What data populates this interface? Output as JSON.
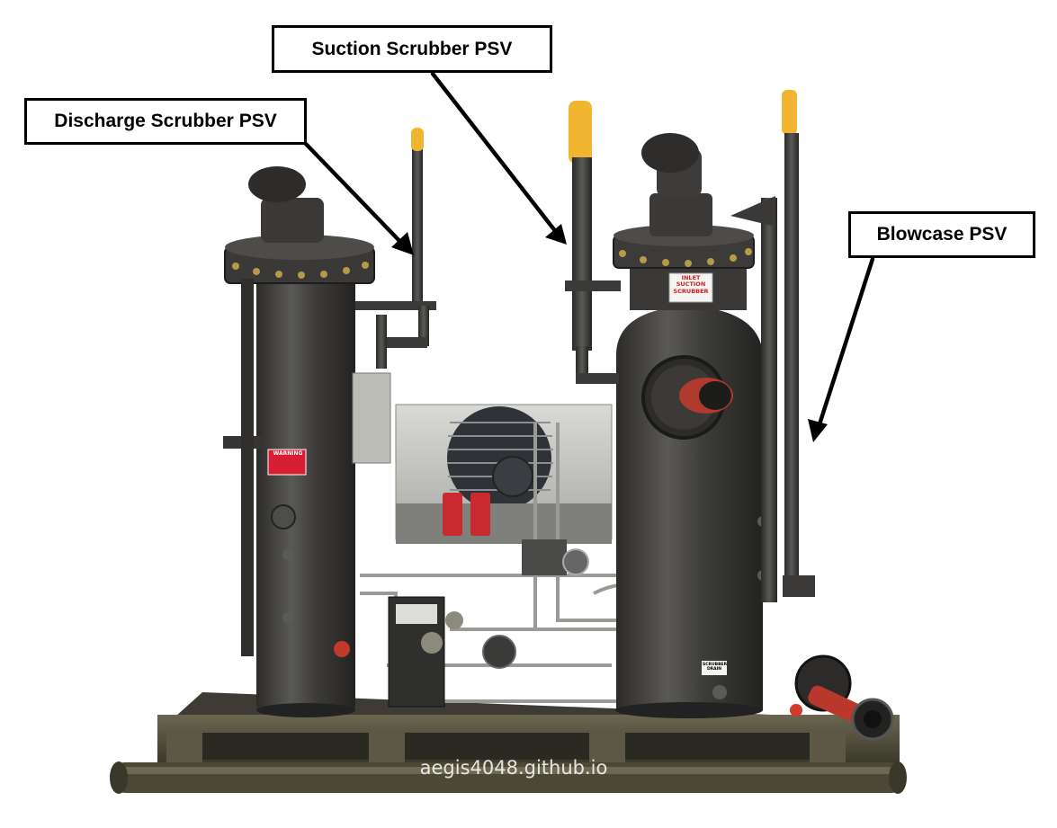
{
  "callouts": {
    "discharge_scrubber_psv": "Discharge Scrubber PSV",
    "suction_scrubber_psv": "Suction Scrubber PSV",
    "blowcase_psv": "Blowcase PSV"
  },
  "watermark": "aegis4048.github.io",
  "equipment_tags": {
    "warning": "WARNING",
    "inlet_suction_scrubber": "INLET SUCTION SCRUBBER",
    "scrubber_drain": "SCRUBBER DRAIN"
  },
  "colors": {
    "vessel": "#3e3d3b",
    "skid": "#4a4738",
    "psv_cap": "#f2b531",
    "arrow": "#000000",
    "warning_label": "#d81e32"
  }
}
